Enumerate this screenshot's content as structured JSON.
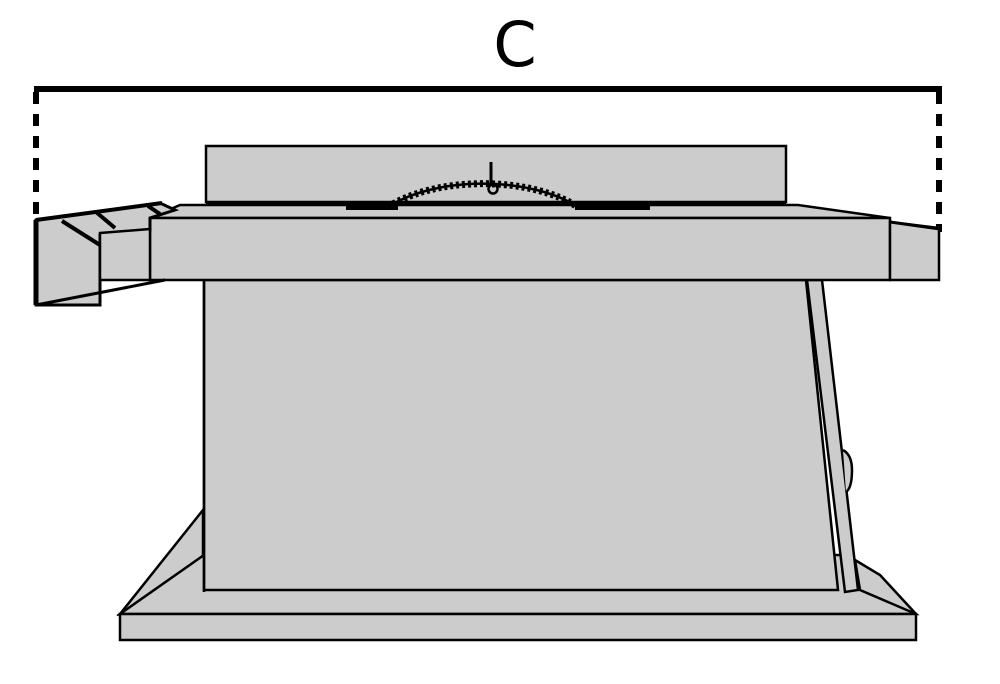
{
  "diagram": {
    "subject": "table saw",
    "view": "front elevation",
    "dimension": {
      "label": "C",
      "measures": "overall width including extension table and rail"
    },
    "colors": {
      "fill": "#cccccc",
      "stroke": "#000000",
      "background": "#ffffff"
    },
    "parts": [
      "rip fence",
      "saw blade",
      "table top",
      "left extension wing",
      "right rail end",
      "cabinet body",
      "bevel adjustment arm",
      "adjustment knob",
      "base"
    ]
  }
}
